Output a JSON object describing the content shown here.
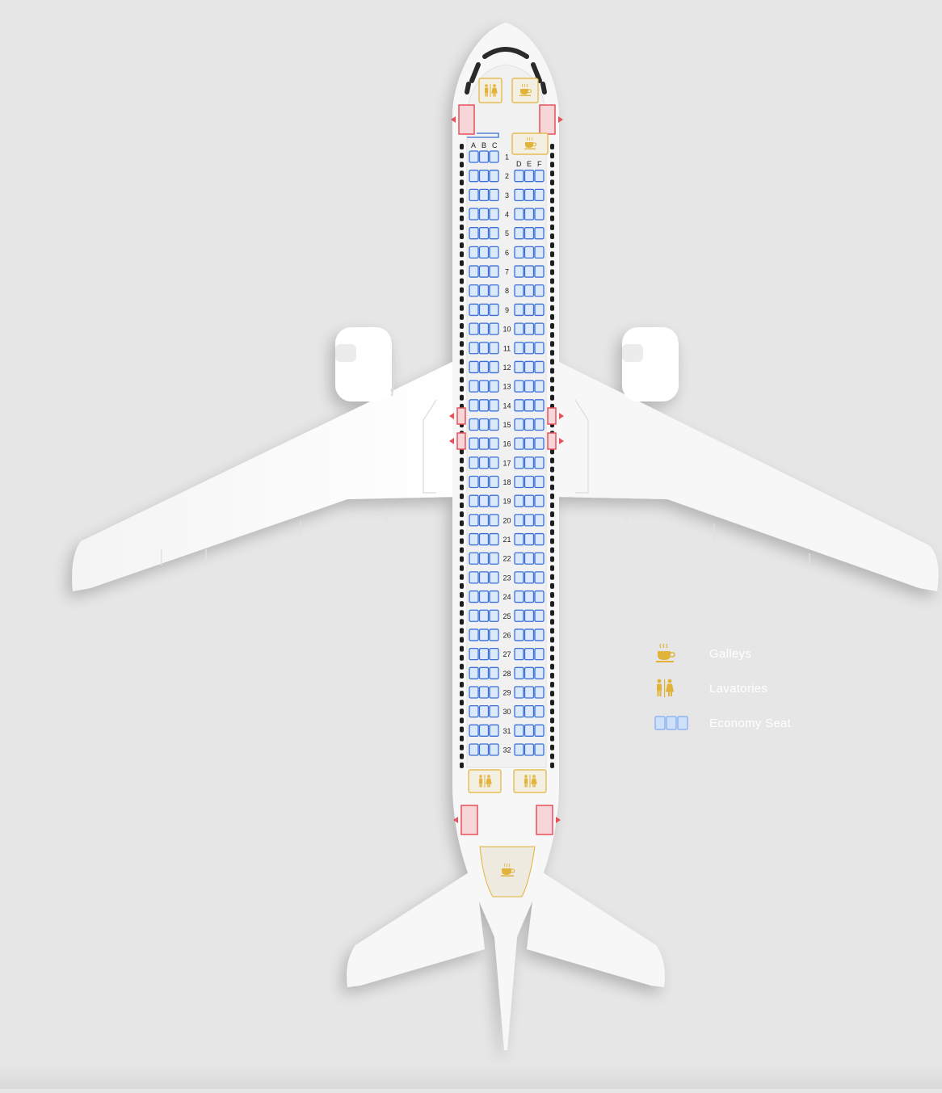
{
  "columns_left": [
    "A",
    "B",
    "C"
  ],
  "columns_right": [
    "D",
    "E",
    "F"
  ],
  "rows": [
    "1",
    "2",
    "3",
    "4",
    "5",
    "6",
    "7",
    "8",
    "9",
    "10",
    "11",
    "12",
    "13",
    "14",
    "15",
    "16",
    "17",
    "18",
    "19",
    "20",
    "21",
    "22",
    "23",
    "24",
    "25",
    "26",
    "27",
    "28",
    "29",
    "30",
    "31",
    "32"
  ],
  "legend": {
    "galleys": "Galleys",
    "lavatories": "Lavatories",
    "economy": "Economy Seat"
  },
  "icons": {
    "galley": "coffee-cup-icon",
    "lavatory": "person-pair-icon",
    "exit": "exit-door-icon",
    "seat": "seat-icon"
  },
  "colors": {
    "background": "#e6e6e6",
    "fuselage": "#f7f7f7",
    "seat_fill": "#dce9fb",
    "seat_stroke": "#3b6fd8",
    "amenity": "#e2b33a",
    "exit": "#e8505b",
    "window": "#1e1e1e",
    "legend_text": "#ffffff"
  }
}
